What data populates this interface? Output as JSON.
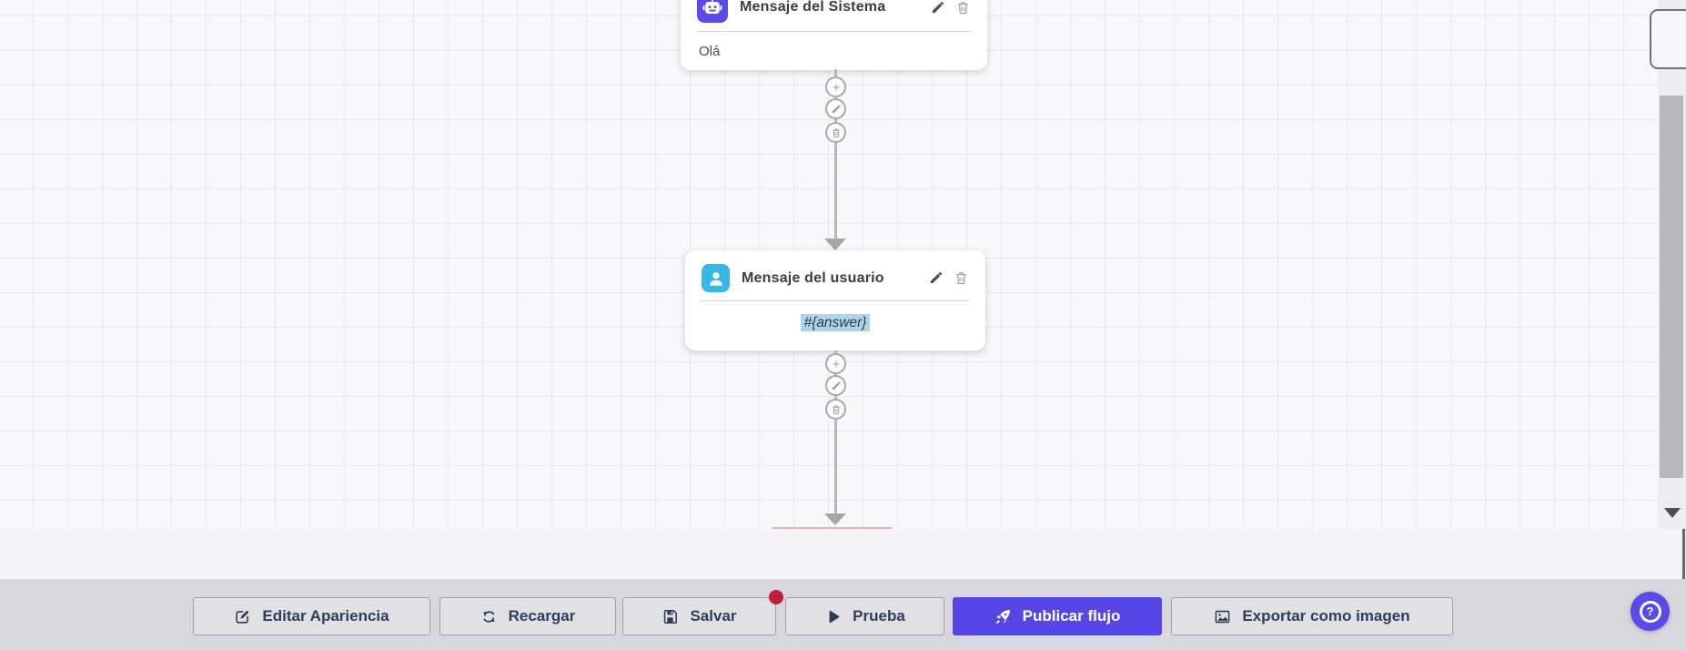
{
  "canvas": {
    "nodes": [
      {
        "title": "Mensaje del Sistema",
        "body": "Olá",
        "icon": "robot-icon",
        "accent": "#5a4be8"
      },
      {
        "title": "Mensaje del usuario",
        "body": "#{answer}",
        "icon": "user-icon",
        "accent": "#35b9e2"
      }
    ],
    "node_actions": [
      "edit",
      "delete"
    ],
    "connector_actions": [
      "add",
      "edit",
      "delete"
    ]
  },
  "toolbar": {
    "edit_appearance": "Editar Apariencia",
    "reload": "Recargar",
    "save": "Salvar",
    "test": "Prueba",
    "publish": "Publicar flujo",
    "export_image": "Exportar como imagen"
  },
  "help": {
    "question_mark": "?"
  },
  "colors": {
    "accent_purple": "#5a4be8",
    "accent_cyan": "#35b9e2",
    "badge_red": "#bf1e3e",
    "toolbar_bg": "#d7d7dd",
    "canvas_bg": "#f8f8fa",
    "grid_line": "#e7e8f0"
  }
}
